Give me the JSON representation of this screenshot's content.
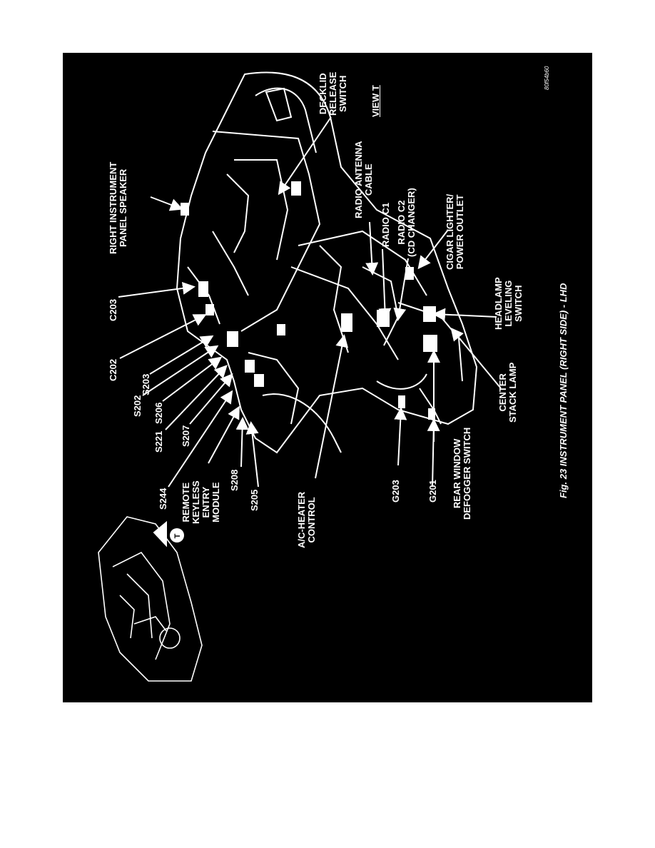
{
  "figure": {
    "background": "#000000",
    "ink": "#ffffff",
    "caption": "Fig. 23 INSTRUMENT PANEL (RIGHT SIDE) - LHD",
    "figure_code": "80f54b60",
    "view_label": "VIEW T",
    "inset_view_marker": "T",
    "labels": {
      "right_speaker": "RIGHT INSTRUMENT\nPANEL SPEAKER",
      "c203": "C203",
      "c202": "C202",
      "s203": "S203",
      "s202": "S202",
      "s206": "S206",
      "s221": "S221",
      "s207": "S207",
      "s244": "S244",
      "rke": "REMOTE\nKEYLESS\nENTRY\nMODULE",
      "s208": "S208",
      "s205": "S205",
      "ac_heater": "A/C-HEATER\nCONTROL",
      "decklid": "DECKLID\nRELEASE\nSWITCH",
      "radio_antenna": "RADIO ANTENNA\nCABLE",
      "radio_c1": "RADIO C1",
      "radio_c2": "RADIO C2\n(CD CHANGER)",
      "cigar": "CIGAR LIGHTER/\nPOWER OUTLET",
      "headlamp": "HEADLAMP\nLEVELING\nSWITCH",
      "center_stack": "CENTER\nSTACK LAMP",
      "rear_defogger": "REAR WINDOW\nDEFOGGER SWITCH",
      "g203": "G203",
      "g201": "G201"
    }
  }
}
